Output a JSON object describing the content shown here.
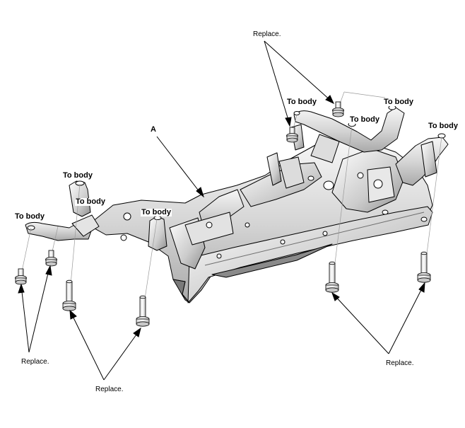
{
  "labels": {
    "part_a": "A",
    "to_body": "To body",
    "replace": "Replace."
  },
  "colors": {
    "line": "#000000",
    "leader": "#9a9a9a",
    "metal_light": "#eeeeee",
    "metal_mid": "#cfcfcf",
    "metal_dark": "#8c8c8c",
    "background": "#ffffff"
  }
}
